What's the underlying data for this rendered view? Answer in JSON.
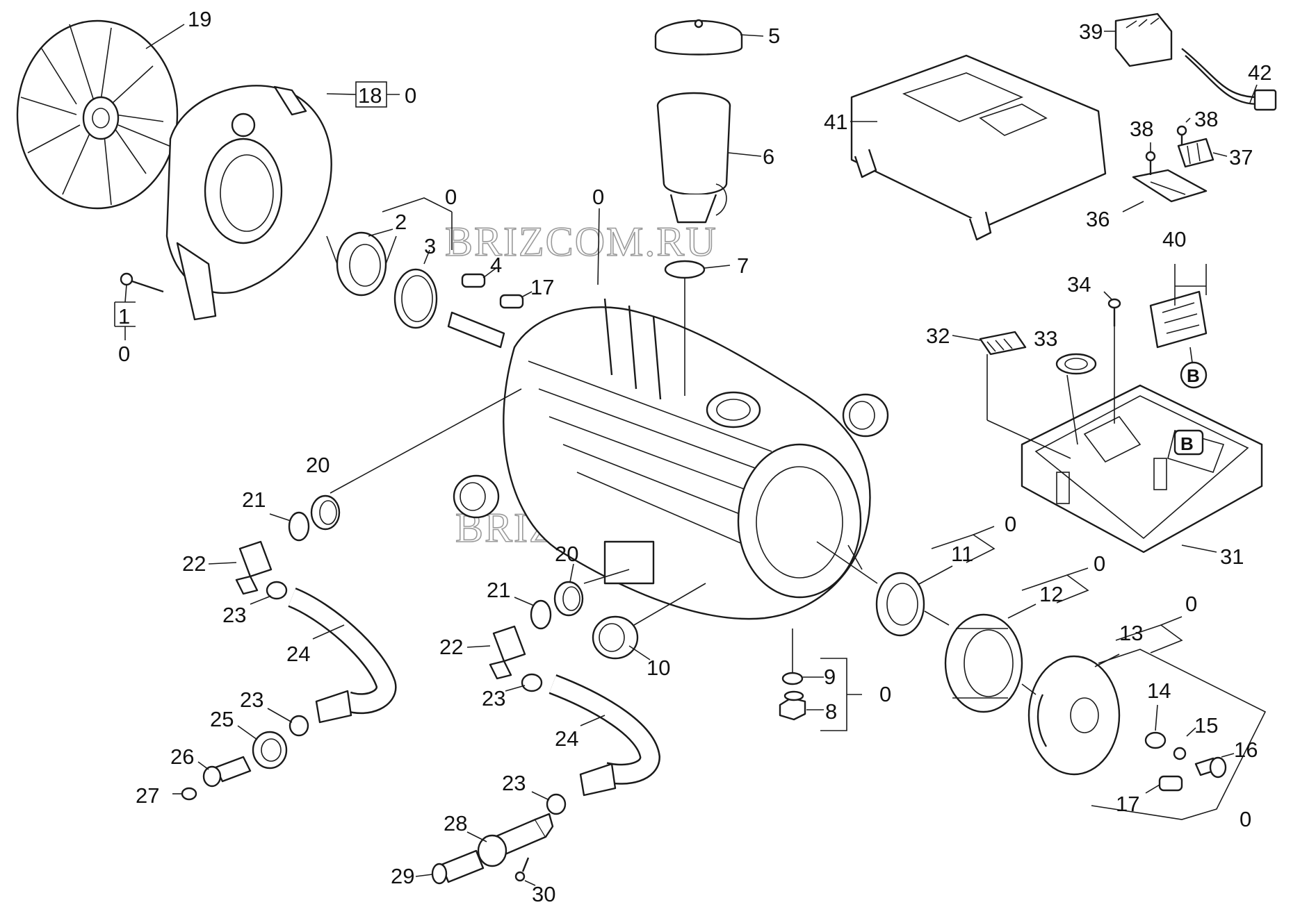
{
  "watermark_text": "BRIZCOM.RU",
  "badge_letter": "B",
  "labels": {
    "p0": "0",
    "p1": "1",
    "p2": "2",
    "p3": "3",
    "p4": "4",
    "p5": "5",
    "p6": "6",
    "p7": "7",
    "p8": "8",
    "p9": "9",
    "p10": "10",
    "p11": "11",
    "p12": "12",
    "p13": "13",
    "p14": "14",
    "p15": "15",
    "p16": "16",
    "p17": "17",
    "p18": "18",
    "p19": "19",
    "p20": "20",
    "p21": "21",
    "p22": "22",
    "p23": "23",
    "p24": "24",
    "p25": "25",
    "p26": "26",
    "p27": "27",
    "p28": "28",
    "p29": "29",
    "p30": "30",
    "p31": "31",
    "p32": "32",
    "p33": "33",
    "p34": "34",
    "p36": "36",
    "p37": "37",
    "p38": "38",
    "p39": "39",
    "p40": "40",
    "p41": "41",
    "p42": "42"
  }
}
